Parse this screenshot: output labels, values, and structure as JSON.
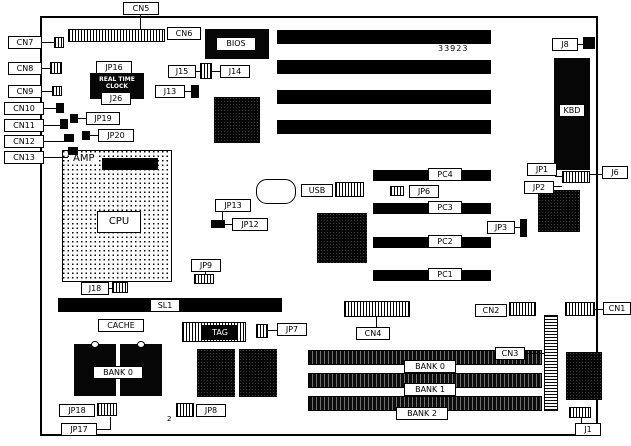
{
  "board_number": "33923",
  "labels": {
    "cn1": "CN1",
    "cn2": "CN2",
    "cn3": "CN3",
    "cn4": "CN4",
    "cn5": "CN5",
    "cn6": "CN6",
    "cn7": "CN7",
    "cn8": "CN8",
    "cn9": "CN9",
    "cn10": "CN10",
    "cn11": "CN11",
    "cn12": "CN12",
    "cn13": "CN13",
    "j1": "J1",
    "j6": "J6",
    "j8": "J8",
    "j13": "J13",
    "j14": "J14",
    "j15": "J15",
    "j18": "J18",
    "j26": "J26",
    "jp1": "JP1",
    "jp2": "JP2",
    "jp3": "JP3",
    "jp6": "JP6",
    "jp7": "JP7",
    "jp8": "JP8",
    "jp9": "JP9",
    "jp12": "JP12",
    "jp13": "JP13",
    "jp16": "JP16",
    "jp17": "JP17",
    "jp18": "JP18",
    "jp19": "JP19",
    "jp20": "JP20",
    "bios": "BIOS",
    "kbd": "KBD",
    "amp": "AMP",
    "cpu": "CPU",
    "usb": "USB",
    "rtc": "REAL TIME CLOCK",
    "sl1": "SL1",
    "cache": "CACHE",
    "tag": "TAG",
    "pc1": "PC1",
    "pc2": "PC2",
    "pc3": "PC3",
    "pc4": "PC4",
    "bank0_cache": "BANK 0",
    "bank0": "BANK 0",
    "bank1": "BANK 1",
    "bank2": "BANK 2",
    "pin2": "2"
  },
  "colors": {
    "component": "#000000",
    "background": "#ffffff",
    "outline": "#000000"
  }
}
